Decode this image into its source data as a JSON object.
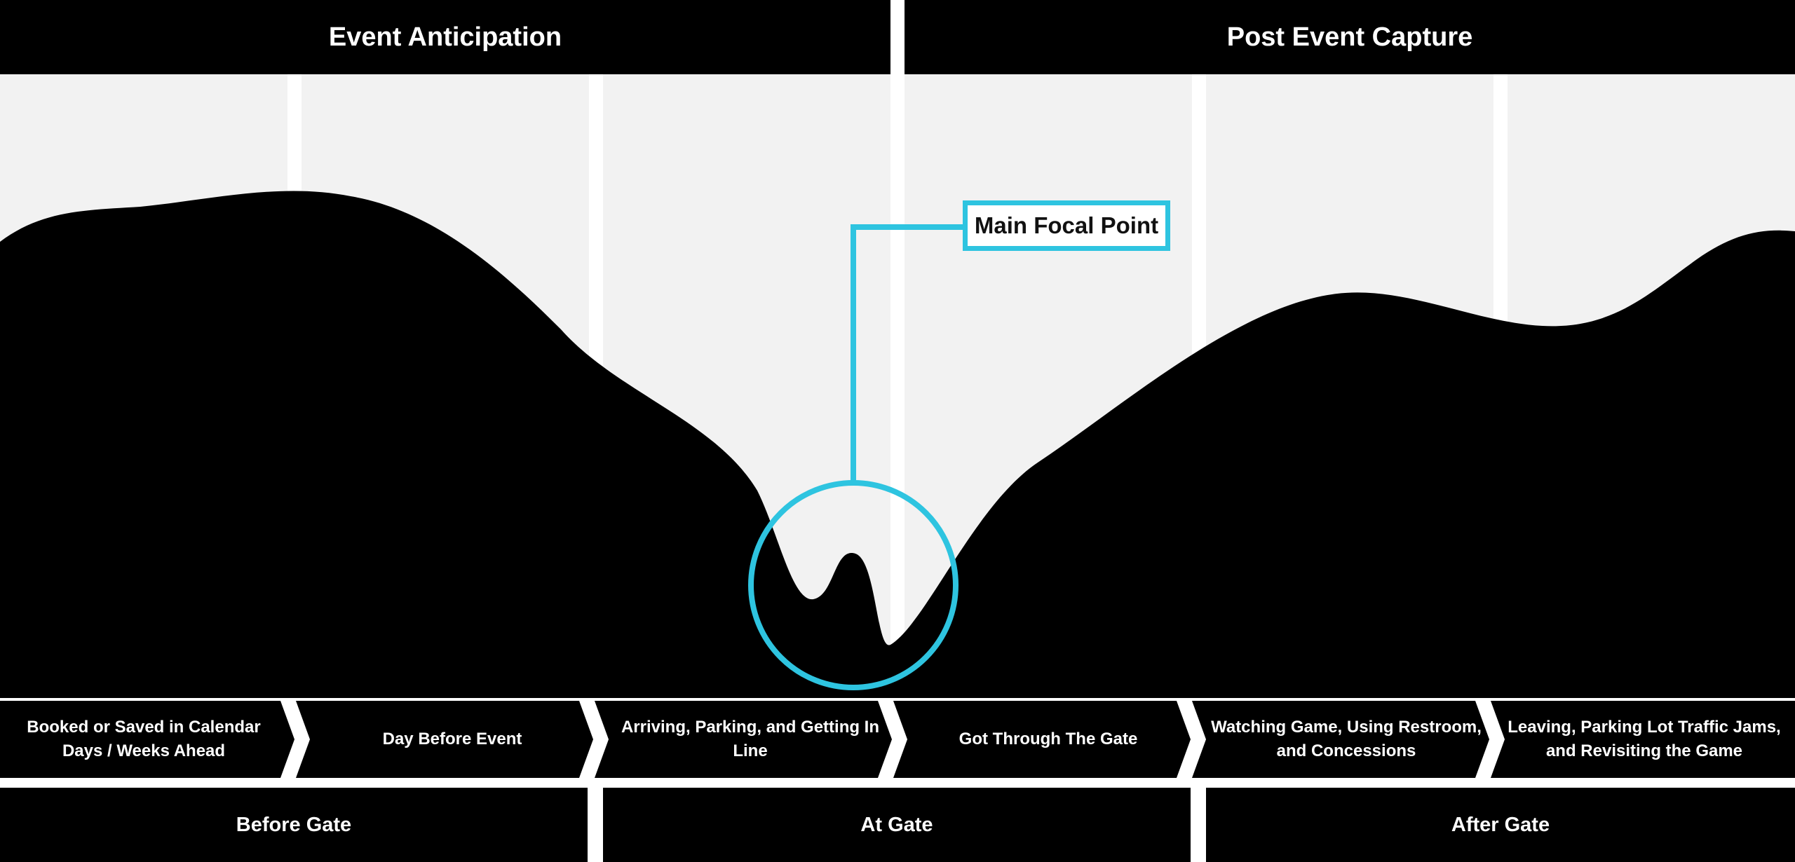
{
  "header": {
    "left_title": "Event Anticipation",
    "right_title": "Post Event Capture"
  },
  "callout": {
    "label": "Main Focal Point"
  },
  "stages": [
    "Booked or Saved in Calendar Days / Weeks Ahead",
    "Day Before Event",
    "Arriving, Parking, and Getting In Line",
    "Got Through The Gate",
    "Watching Game, Using Restroom, and Concessions",
    "Leaving, Parking Lot Traffic Jams, and Revisiting the Game"
  ],
  "phases": [
    "Before Gate",
    "At Gate",
    "After Gate"
  ],
  "colors": {
    "background": "#ffffff",
    "column_fill": "#f2f2f2",
    "curve": "#000000",
    "accent": "#2ec4e0",
    "text_on_dark": "#ffffff"
  }
}
